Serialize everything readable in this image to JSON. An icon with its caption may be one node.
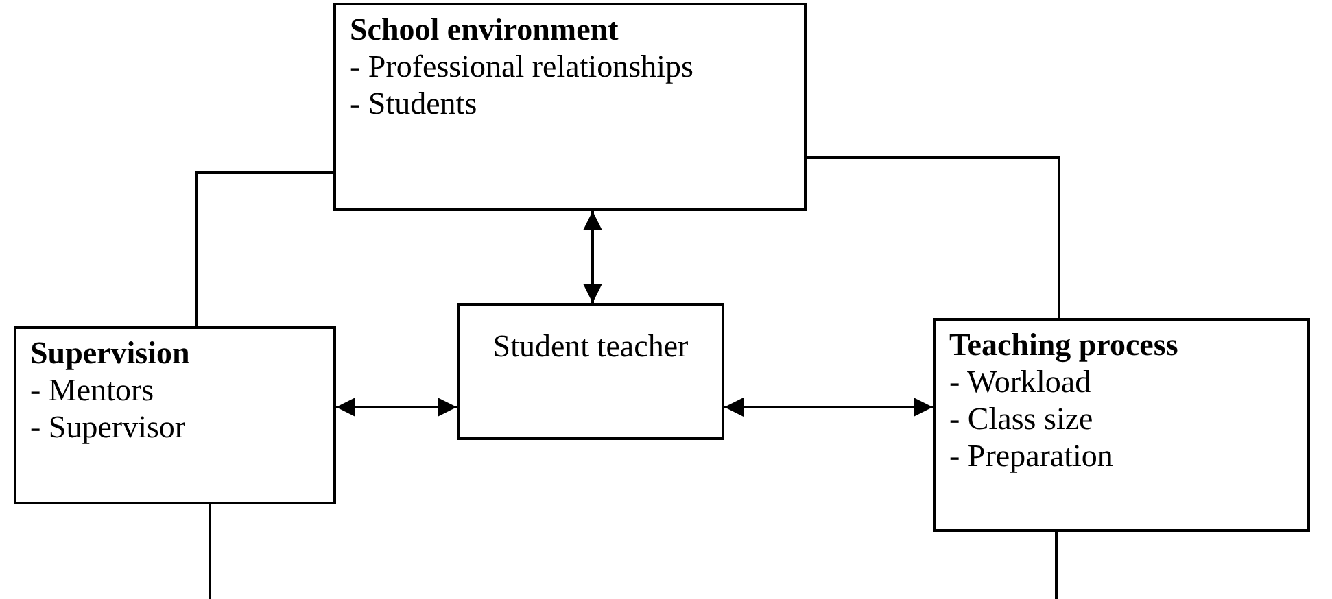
{
  "diagram": {
    "nodes": [
      {
        "text": [
          "School environment",
          "- Professional relationships",
          "- Students"
        ]
      },
      {
        "text": [
          "Supervision",
          "- Mentors",
          "- Supervisor"
        ]
      },
      {
        "text": [
          "Student teacher"
        ]
      },
      {
        "text": [
          "Teaching process",
          "- Workload",
          "- Class size",
          "- Preparation"
        ]
      }
    ],
    "edges": [
      {
        "from": 0,
        "to": 1,
        "arrow": "none"
      },
      {
        "from": 0,
        "to": 3,
        "arrow": "none"
      },
      {
        "from": 2,
        "to": 0,
        "arrow": "both"
      },
      {
        "from": 1,
        "to": 2,
        "arrow": "both"
      },
      {
        "from": 2,
        "to": 3,
        "arrow": "both"
      },
      {
        "from": 1,
        "to": null,
        "arrow": "none"
      },
      {
        "from": 3,
        "to": null,
        "arrow": "none"
      }
    ]
  }
}
